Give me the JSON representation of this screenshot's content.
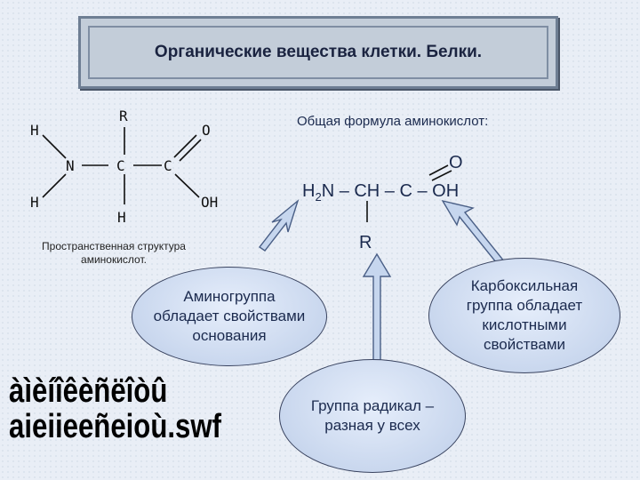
{
  "title": "Органические вещества клетки. Белки.",
  "structure": {
    "atoms": [
      "H",
      "R",
      "O",
      "N",
      "C",
      "C",
      "H",
      "OH",
      "H"
    ],
    "caption_line1": "Пространственная структура",
    "caption_line2": "аминокислот."
  },
  "formula": {
    "heading": "Общая формула аминокислот:",
    "o_label": "O",
    "h2": "H",
    "sub2": "2",
    "main_rest": "N – CH – C – OH",
    "r_label": "R"
  },
  "ovals": {
    "amino": [
      "Аминогруппа",
      "обладает свойствами",
      "основания"
    ],
    "radical": [
      "Группа радикал –",
      "разная у всех"
    ],
    "carboxyl": [
      "Карбоксильная",
      "группа обладает",
      "кислотными",
      "свойствами"
    ]
  },
  "garbled_text": {
    "line1": "àìèíîêèñëîòû",
    "line2": "aieiieeñeioù.swf"
  },
  "colors": {
    "arrow_fill": "#c6d6ee",
    "arrow_stroke": "#4a5f86",
    "oval_border": "#3a4460"
  }
}
